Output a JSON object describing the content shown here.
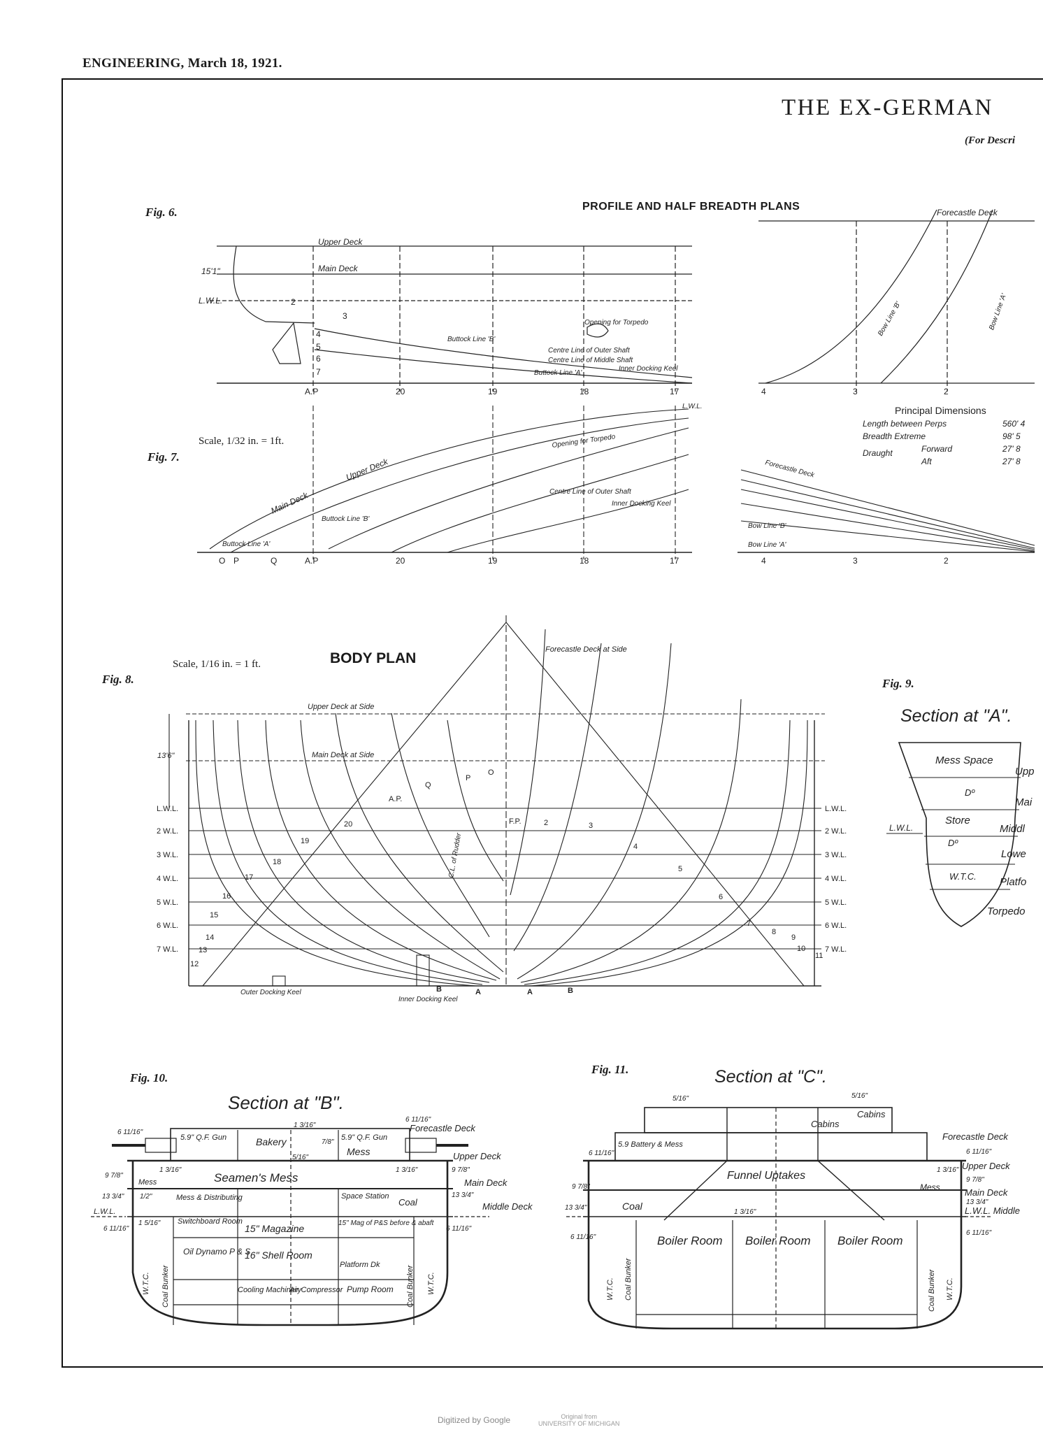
{
  "header": "ENGINEERING, March 18, 1921.",
  "title": "THE EX-GERMAN",
  "subtitle": "(For Descri",
  "fig6": {
    "label": "Fig. 6.",
    "heading": "PROFILE AND HALF BREADTH PLANS",
    "decks": [
      "Upper Deck",
      "Main Deck",
      "L.W.L.",
      "Forecastle Deck"
    ],
    "height_dim": "15'1\"",
    "notes": [
      "Opening for Torpedo",
      "Buttock Line 'B'",
      "Centre Line of Outer Shaft",
      "Centre Line of Middle Shaft",
      "Inner Docking Keel",
      "Buttock Line 'A'",
      "Bow Line 'B'",
      "Bow Line 'A'"
    ],
    "stations": [
      "A.P",
      "20",
      "19",
      "18",
      "17",
      "4",
      "3",
      "2"
    ],
    "waterlines": [
      "2",
      "3",
      "4",
      "5",
      "6",
      "7"
    ]
  },
  "fig7": {
    "label": "Fig. 7.",
    "scale": "Scale, 1/32 in. = 1ft.",
    "decks": [
      "Upper Deck",
      "Main Deck",
      "Forecastle Deck",
      "L.W.L."
    ],
    "notes": [
      "Opening for Torpedo",
      "Centre Line of Outer Shaft",
      "Inner Docking Keel",
      "Buttock Line 'B'",
      "Buttock Line 'A'",
      "Bow Line 'B'",
      "Bow Line 'A'"
    ],
    "stations": [
      "O",
      "P",
      "Q",
      "A.P",
      "20",
      "19",
      "18",
      "17",
      "4",
      "3",
      "2"
    ]
  },
  "principal_dimensions": {
    "heading": "Principal Dimensions",
    "rows": [
      {
        "label": "Length between Perps",
        "value": "560' 4"
      },
      {
        "label": "Breadth Extreme",
        "value": "98' 5"
      },
      {
        "label": "Draught",
        "sub": "Forward",
        "value": "27' 8"
      },
      {
        "label": "",
        "sub": "Aft",
        "value": "27' 8"
      }
    ]
  },
  "fig8": {
    "label": "Fig. 8.",
    "heading": "BODY PLAN",
    "scale": "Scale, 1/16 in. = 1 ft.",
    "decks": [
      "Upper Deck at Side",
      "Main Deck at Side",
      "Forecastle Deck at Side"
    ],
    "height_dim": "13'6\"",
    "waterlines": [
      "L.W.L.",
      "2 W.L.",
      "3 W.L.",
      "4 W.L.",
      "5 W.L.",
      "6 W.L.",
      "7 W.L."
    ],
    "aft_sections": [
      "A.P.",
      "Q",
      "P",
      "O",
      "20",
      "19",
      "18",
      "17",
      "16",
      "15",
      "14",
      "13",
      "12"
    ],
    "fwd_sections": [
      "F.P.",
      "2",
      "3",
      "4",
      "5",
      "6",
      "7",
      "8",
      "9",
      "10",
      "11"
    ],
    "notes": [
      "C.L. of Rudder",
      "Outer Docking Keel",
      "Inner Docking Keel",
      "B",
      "A",
      "A",
      "B"
    ]
  },
  "fig9": {
    "label": "Fig. 9.",
    "heading": "Section at \"A\".",
    "rooms": [
      "Mess Space",
      "Dº",
      "Store",
      "Dº",
      "W.T.C."
    ],
    "decks": [
      "Upp",
      "Mai",
      "Middl",
      "Lowe",
      "Platfo",
      "Torpedo"
    ],
    "lwl": "L.W.L."
  },
  "fig10": {
    "label": "Fig. 10.",
    "heading": "Section at \"B\".",
    "decks": [
      "Forecastle Deck",
      "Upper Deck",
      "Main Deck",
      "Middle Deck",
      "L.W.L."
    ],
    "rooms": [
      "5.9\" Q.F. Gun",
      "Bakery",
      "5.9\" Q.F. Gun",
      "Mess",
      "Seamen's Mess",
      "Mess",
      "Mess & Distributing",
      "Space Station",
      "Coal",
      "Switchboard Room",
      "15\" Magazine",
      "15\" Mag of P&S before & abaft",
      "Oil Dynamo P & S",
      "16\" Shell Room",
      "Platform Dk",
      "Cooling Machinery",
      "Air Compressor",
      "Pump Room",
      "W.T.C.",
      "Coal Bunker",
      "Coal Bunker",
      "W.T.C."
    ],
    "plates": [
      "6 11/16\"",
      "6 11/16\"",
      "1 3/16\"",
      "7/8\"",
      "5/16\"",
      "9 7/8\"",
      "9 7/8\"",
      "13 3/4\"",
      "13 3/4\"",
      "6 11/16\"",
      "6 11/16\"",
      "1 3/16\"",
      "1/2\"",
      "1 3/16\"",
      "1 5/16\""
    ]
  },
  "fig11": {
    "label": "Fig. 11.",
    "heading": "Section at \"C\".",
    "decks": [
      "Forecastle Deck",
      "Upper Deck",
      "Main Deck",
      "L.W.L. Middle",
      "Cabins"
    ],
    "rooms": [
      "Cabins",
      "5.9 Battery & Mess",
      "Funnel Uptakes",
      "Coal",
      "Boiler Room",
      "Boiler Room",
      "Boiler Room",
      "Mess",
      "W.T.C.",
      "Coal Bunker",
      "Coal Bunker",
      "W.T.C."
    ],
    "plates": [
      "5/16\"",
      "5/16\"",
      "1 3/16\"",
      "6 11/16\"",
      "9 7/8\"",
      "13 3/4\"",
      "6 11/16\"",
      "6 11/16\"",
      "9 7/8\"",
      "13 3/4\"",
      "6 11/16\"",
      "1 3/16\""
    ]
  },
  "footer": {
    "digitized": "Digitized by Google",
    "original": "Original from",
    "library": "UNIVERSITY OF MICHIGAN"
  }
}
